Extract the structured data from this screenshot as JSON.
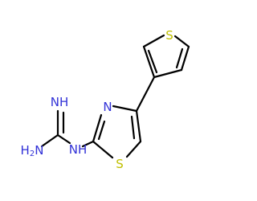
{
  "colors": {
    "background": "#ffffff",
    "bond": "#000000",
    "nitrogen": "#3232d7",
    "sulfur": "#bfbf00"
  },
  "atoms": {
    "thiophene_s": {
      "symbol": "S",
      "color_key": "sulfur"
    },
    "thiazole_s": {
      "symbol": "S",
      "color_key": "sulfur"
    },
    "thiazole_n": {
      "symbol": "N",
      "color_key": "nitrogen"
    },
    "imine_nh": {
      "symbol": "NH",
      "color_key": "nitrogen"
    },
    "linker_nh": {
      "symbol": "NH",
      "color_key": "nitrogen"
    },
    "amine_nh2": {
      "symbol": "H",
      "subscript": "2",
      "tail": "N",
      "color_key": "nitrogen"
    }
  }
}
